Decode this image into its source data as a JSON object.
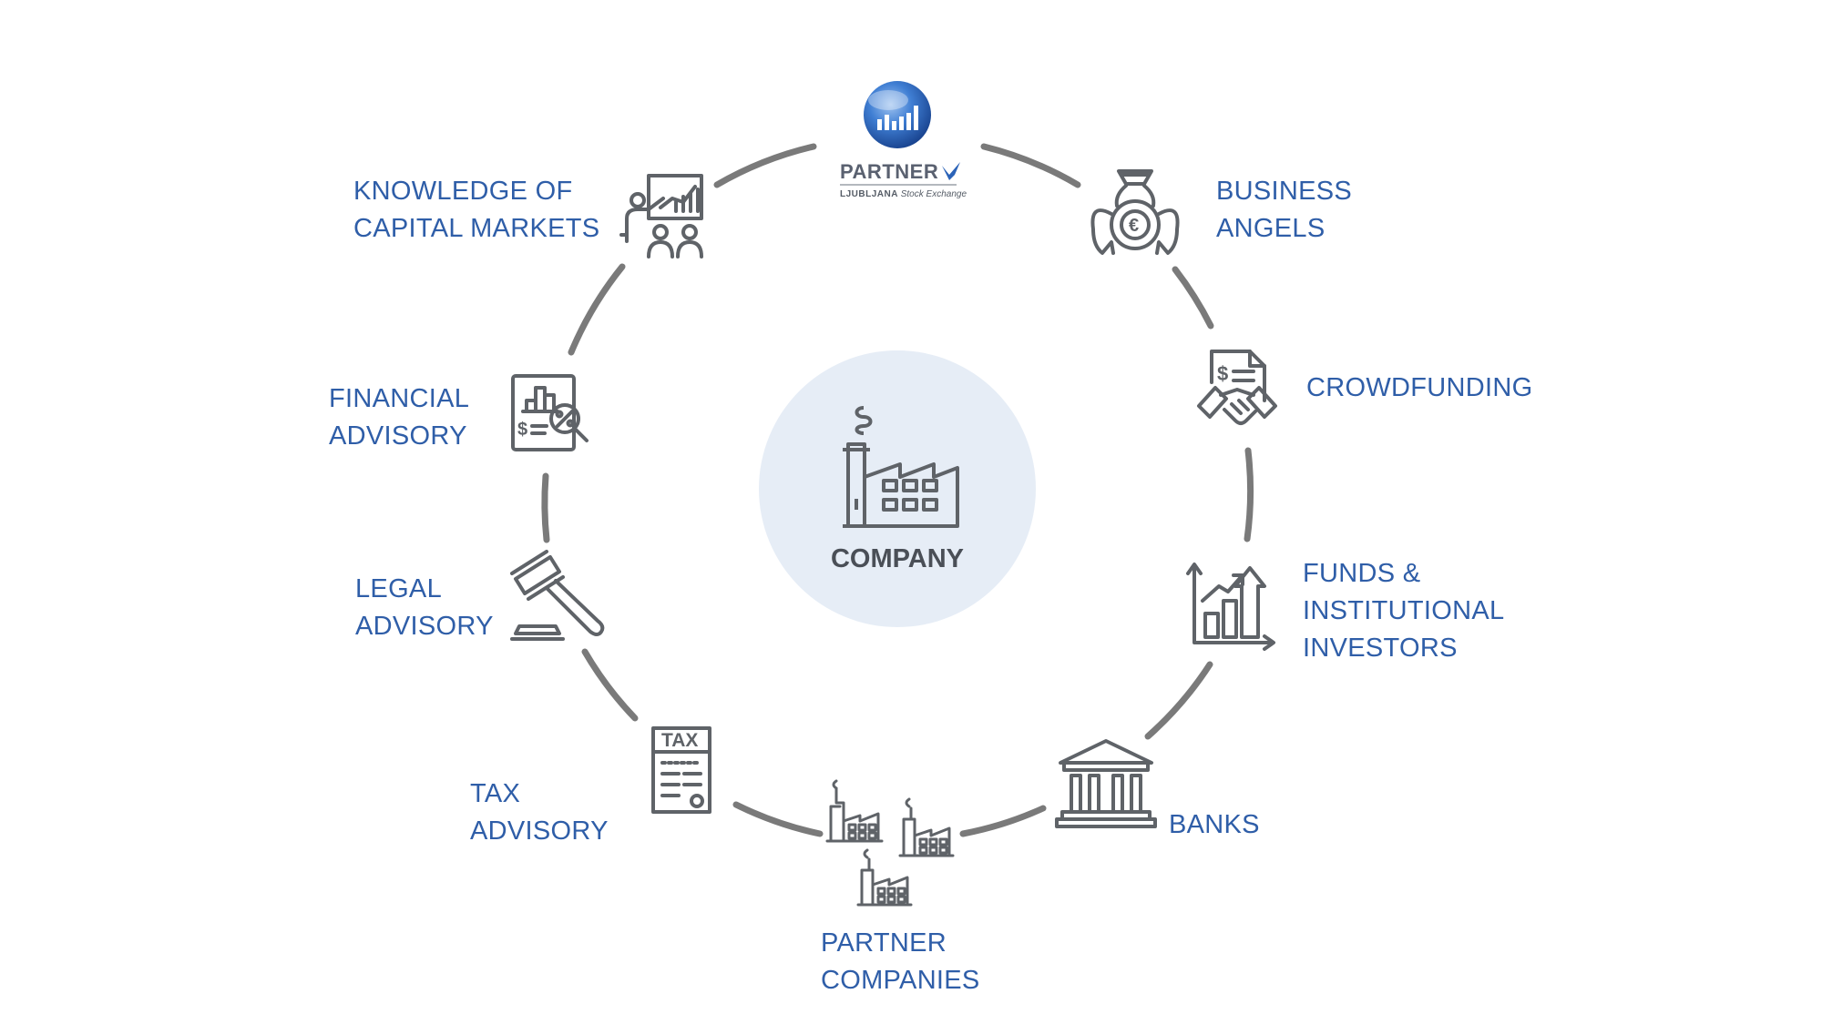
{
  "center": {
    "label": "COMPANY"
  },
  "logo": {
    "brand": "PARTNER",
    "sub_city": "LJUBLJANA",
    "sub_rest": "Stock Exchange"
  },
  "nodes": {
    "capital_markets": {
      "lines": [
        "KNOWLEDGE OF",
        "CAPITAL MARKETS"
      ],
      "icon": "presentation-icon"
    },
    "business_angels": {
      "lines": [
        "BUSINESS",
        "ANGELS"
      ],
      "icon": "angel-money-bag-icon"
    },
    "crowdfunding": {
      "lines": [
        "CROWDFUNDING"
      ],
      "icon": "handshake-contract-icon"
    },
    "funds": {
      "lines": [
        "FUNDS &",
        "INSTITUTIONAL",
        "INVESTORS"
      ],
      "icon": "growth-chart-icon"
    },
    "banks": {
      "lines": [
        "BANKS"
      ],
      "icon": "bank-building-icon"
    },
    "partner_companies": {
      "lines": [
        "PARTNER",
        "COMPANIES"
      ],
      "icon": "factories-icon"
    },
    "tax_advisory": {
      "lines": [
        "TAX",
        "ADVISORY"
      ],
      "icon": "tax-document-icon",
      "icon_text": "TAX"
    },
    "legal_advisory": {
      "lines": [
        "LEGAL",
        "ADVISORY"
      ],
      "icon": "gavel-icon"
    },
    "financial_advisory": {
      "lines": [
        "FINANCIAL",
        "ADVISORY"
      ],
      "icon": "financial-report-icon"
    }
  },
  "colors": {
    "label": "#2f5ea8",
    "icon": "#5f6368",
    "ring": "#7a7a7a",
    "center_fill": "#e6edf6",
    "logo_blue": "#2b63b8"
  }
}
